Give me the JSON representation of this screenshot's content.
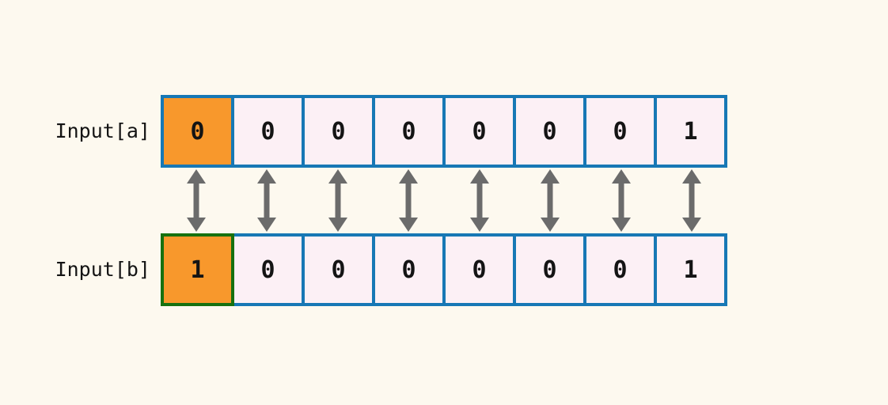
{
  "diagram": {
    "description": "Two 8-bit binary arrays compared element-wise with double-headed arrows",
    "rows": [
      {
        "label": "Input[a]",
        "cells": [
          {
            "value": "0",
            "highlight": true,
            "border": "blue"
          },
          {
            "value": "0",
            "highlight": false,
            "border": "blue"
          },
          {
            "value": "0",
            "highlight": false,
            "border": "blue"
          },
          {
            "value": "0",
            "highlight": false,
            "border": "blue"
          },
          {
            "value": "0",
            "highlight": false,
            "border": "blue"
          },
          {
            "value": "0",
            "highlight": false,
            "border": "blue"
          },
          {
            "value": "0",
            "highlight": false,
            "border": "blue"
          },
          {
            "value": "1",
            "highlight": false,
            "border": "blue"
          }
        ]
      },
      {
        "label": "Input[b]",
        "cells": [
          {
            "value": "1",
            "highlight": true,
            "border": "green"
          },
          {
            "value": "0",
            "highlight": false,
            "border": "blue"
          },
          {
            "value": "0",
            "highlight": false,
            "border": "blue"
          },
          {
            "value": "0",
            "highlight": false,
            "border": "blue"
          },
          {
            "value": "0",
            "highlight": false,
            "border": "blue"
          },
          {
            "value": "0",
            "highlight": false,
            "border": "blue"
          },
          {
            "value": "0",
            "highlight": false,
            "border": "blue"
          },
          {
            "value": "1",
            "highlight": false,
            "border": "blue"
          }
        ]
      }
    ],
    "arrows": {
      "count": 8,
      "style": "double-headed-vertical",
      "icon": "double-arrow-icon"
    },
    "colors": {
      "background": "#fdf9ef",
      "cell_fill": "#fcf0f5",
      "highlight_fill": "#f8982c",
      "border_blue": "#1778b5",
      "border_green": "#17710f",
      "arrow_gray": "#6b6b6b",
      "text": "#141414"
    }
  }
}
